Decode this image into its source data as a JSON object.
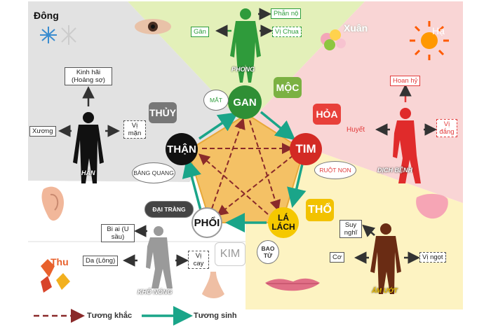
{
  "seasons": {
    "winter": "Đông",
    "spring": "Xuân",
    "summer": "Hạ",
    "autumn": "Thu"
  },
  "organs": {
    "liver": "GAN",
    "heart": "TIM",
    "spleen": "LÁ LÁCH",
    "lung": "PHỔI",
    "kidney": "THẬN"
  },
  "elements": {
    "wood": "MỘC",
    "fire": "HỎA",
    "earth": "THỔ",
    "metal": "KIM",
    "water": "THỦY"
  },
  "wood": {
    "emotion": "Phẫn nộ",
    "tissue": "Gân",
    "taste": "Vị Chua",
    "sense_organ": "MẮT",
    "climate": "PHONG"
  },
  "fire": {
    "emotion": "Hoan hỷ",
    "tissue": "Huyết",
    "taste": "Vị đắng",
    "paired_organ": "RUỘT NON",
    "climate": "DỊCH BỆNH"
  },
  "earth": {
    "emotion": "Suy nghĩ",
    "tissue": "Cơ",
    "taste": "Vị ngọt",
    "paired_organ": "BAO TỬ",
    "climate": "ẨM ƯỚT"
  },
  "metal": {
    "emotion": "Bi ai (U sầu)",
    "tissue": "Da (Lông)",
    "taste": "Vị cay",
    "paired_organ": "ĐẠI TRÀNG",
    "climate": "KHÔ NÓNG"
  },
  "water": {
    "emotion": "Kinh hãi (Hoảng sợ)",
    "tissue": "Xương",
    "taste": "Vị mặn",
    "paired_organ": "BÀNG QUANG",
    "climate": "HÀN"
  },
  "legend": {
    "restrain": "Tương khắc",
    "generate": "Tương sinh"
  },
  "colors": {
    "wood": "#7bb142",
    "fire": "#e8403a",
    "earth": "#f2c200",
    "metal": "#8a8a8a",
    "water": "#111111",
    "generate": "#1aa589",
    "restrain": "#8a2a2a"
  }
}
